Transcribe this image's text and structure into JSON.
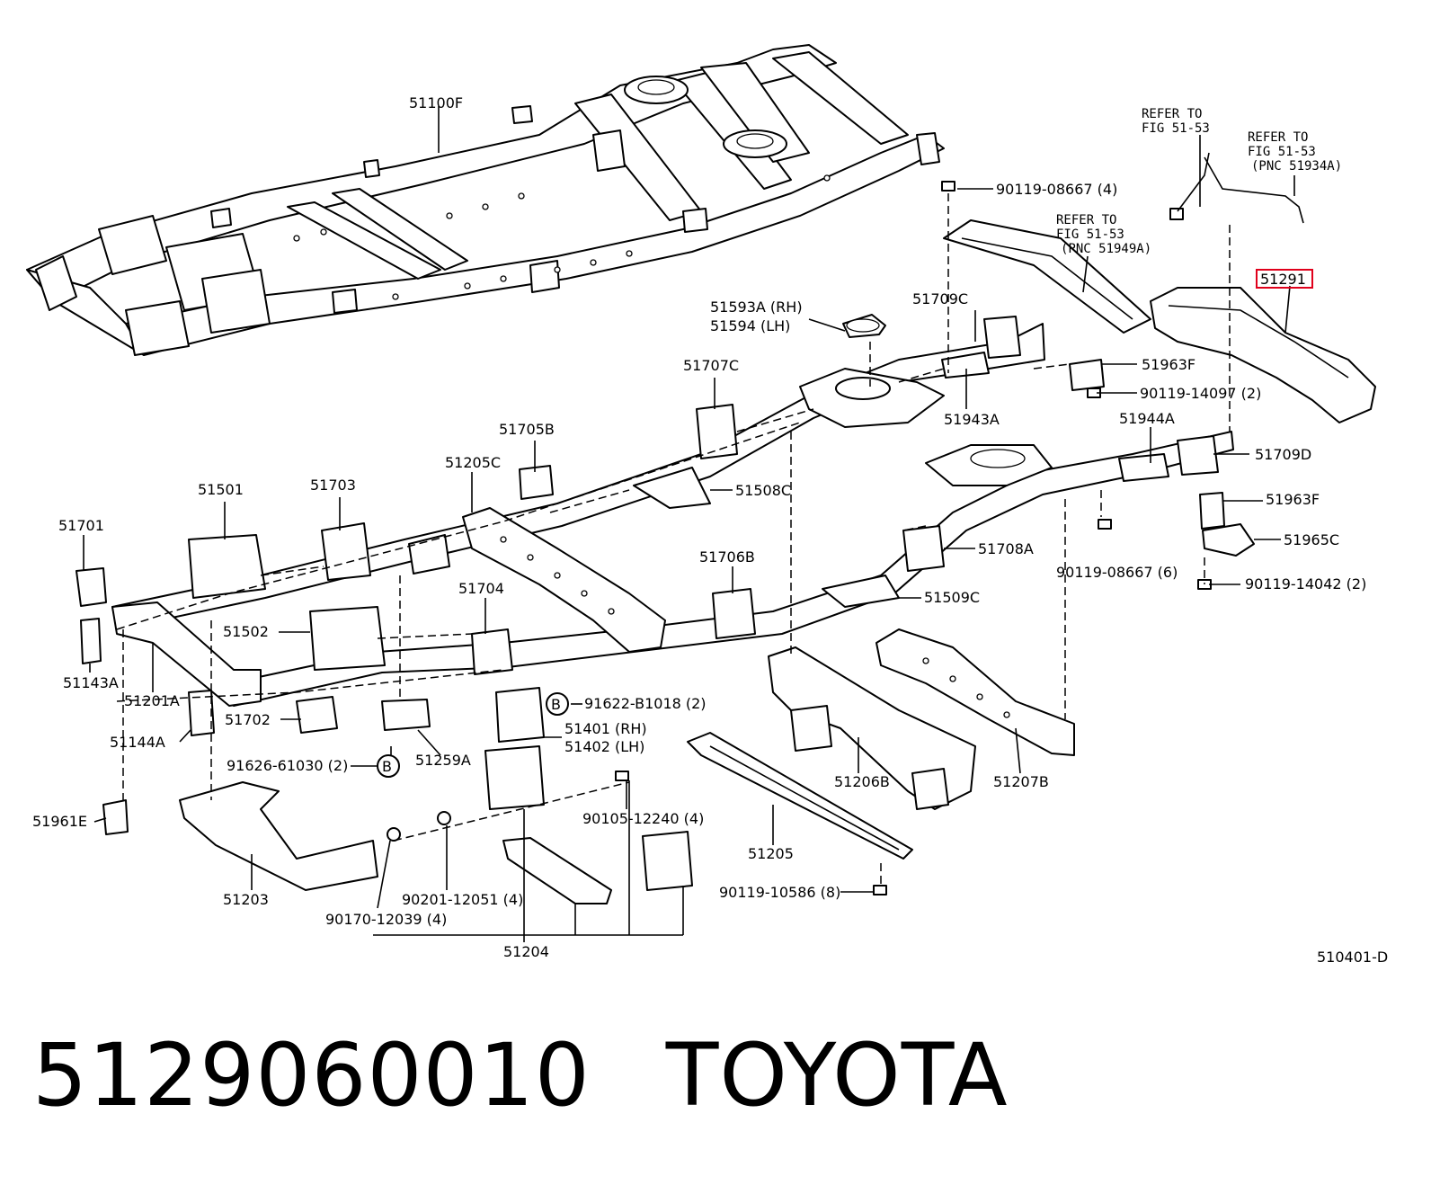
{
  "diagram_code": "510401-D",
  "footer": {
    "part_number": "5129060010",
    "brand": "TOYOTA"
  },
  "refer": {
    "r1": [
      "REFER TO",
      "FIG 51-53"
    ],
    "r2": [
      "REFER TO",
      "FIG 51-53",
      "(PNC 51934A)"
    ],
    "r3": [
      "REFER TO",
      "FIG 51-53",
      "(PNC 51949A)"
    ]
  },
  "labels": {
    "p51100F": "51100F",
    "p90119_08667_4": "90119-08667 (4)",
    "p51291": "51291",
    "p51593A": "51593A (RH)",
    "p51594": "51594  (LH)",
    "p51709C": "51709C",
    "p51963F_a": "51963F",
    "p90119_14097": "90119-14097 (2)",
    "p51707C": "51707C",
    "p51943A": "51943A",
    "p51944A": "51944A",
    "p51709D": "51709D",
    "p51705B": "51705B",
    "p51205C": "51205C",
    "p51508C": "51508C",
    "p51963F_b": "51963F",
    "p51965C": "51965C",
    "p51501": "51501",
    "p51703": "51703",
    "p51701": "51701",
    "p90119_08667_6": "90119-08667 (6)",
    "p90119_14042": "90119-14042 (2)",
    "p51708A": "51708A",
    "p51706B": "51706B",
    "p51704": "51704",
    "p51509C": "51509C",
    "p51502": "51502",
    "p51143A": "51143A",
    "p51201A": "51201A",
    "p91622": "91622-B1018 (2)",
    "p51702": "51702",
    "p51401": "51401 (RH)",
    "p51402": "51402 (LH)",
    "p51144A": "51144A",
    "p91626": "91626-61030 (2)",
    "p51259A": "51259A",
    "p51206B": "51206B",
    "p51207B": "51207B",
    "p51961E": "51961E",
    "p90105": "90105-12240 (4)",
    "p51205": "51205",
    "p51203": "51203",
    "p90201": "90201-12051 (4)",
    "p90119_10586": "90119-10586 (8)",
    "p90170": "90170-12039 (4)",
    "p51204": "51204",
    "marker_b": "B"
  },
  "highlight_color": "#e0001b"
}
